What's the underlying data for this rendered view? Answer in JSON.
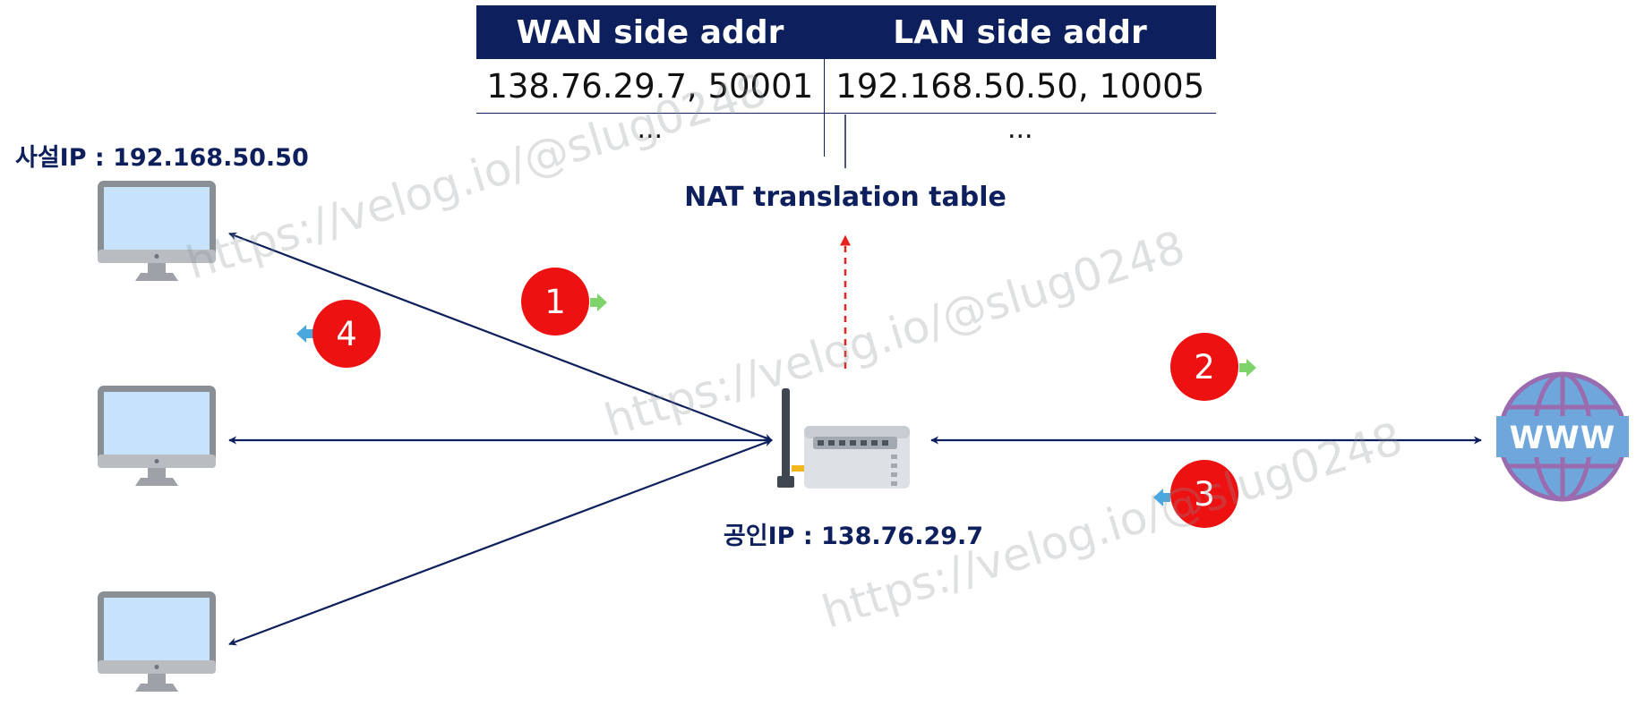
{
  "nat_table": {
    "headers": [
      "WAN side addr",
      "LAN side addr"
    ],
    "rows": [
      [
        "138.76.29.7, 50001",
        "192.168.50.50, 10005"
      ],
      [
        "...",
        "..."
      ]
    ],
    "caption": "NAT translation table"
  },
  "labels": {
    "private_ip": "사설IP : 192.168.50.50",
    "public_ip": "공인IP : 138.76.29.7",
    "www": "WWW"
  },
  "steps": [
    "1",
    "2",
    "3",
    "4"
  ],
  "watermark": "https://velog.io/@slug0248",
  "colors": {
    "navy": "#0d1f5c",
    "step_red": "#ee1111",
    "green_arrow": "#7ed36b",
    "blue_arrow": "#4aa8de",
    "dashed_red": "#e8231c",
    "monitor_frame": "#8a8f96",
    "monitor_screen": "#c7e3fb",
    "globe_fill": "#6fa7dd",
    "globe_outline": "#9b6bb0"
  }
}
